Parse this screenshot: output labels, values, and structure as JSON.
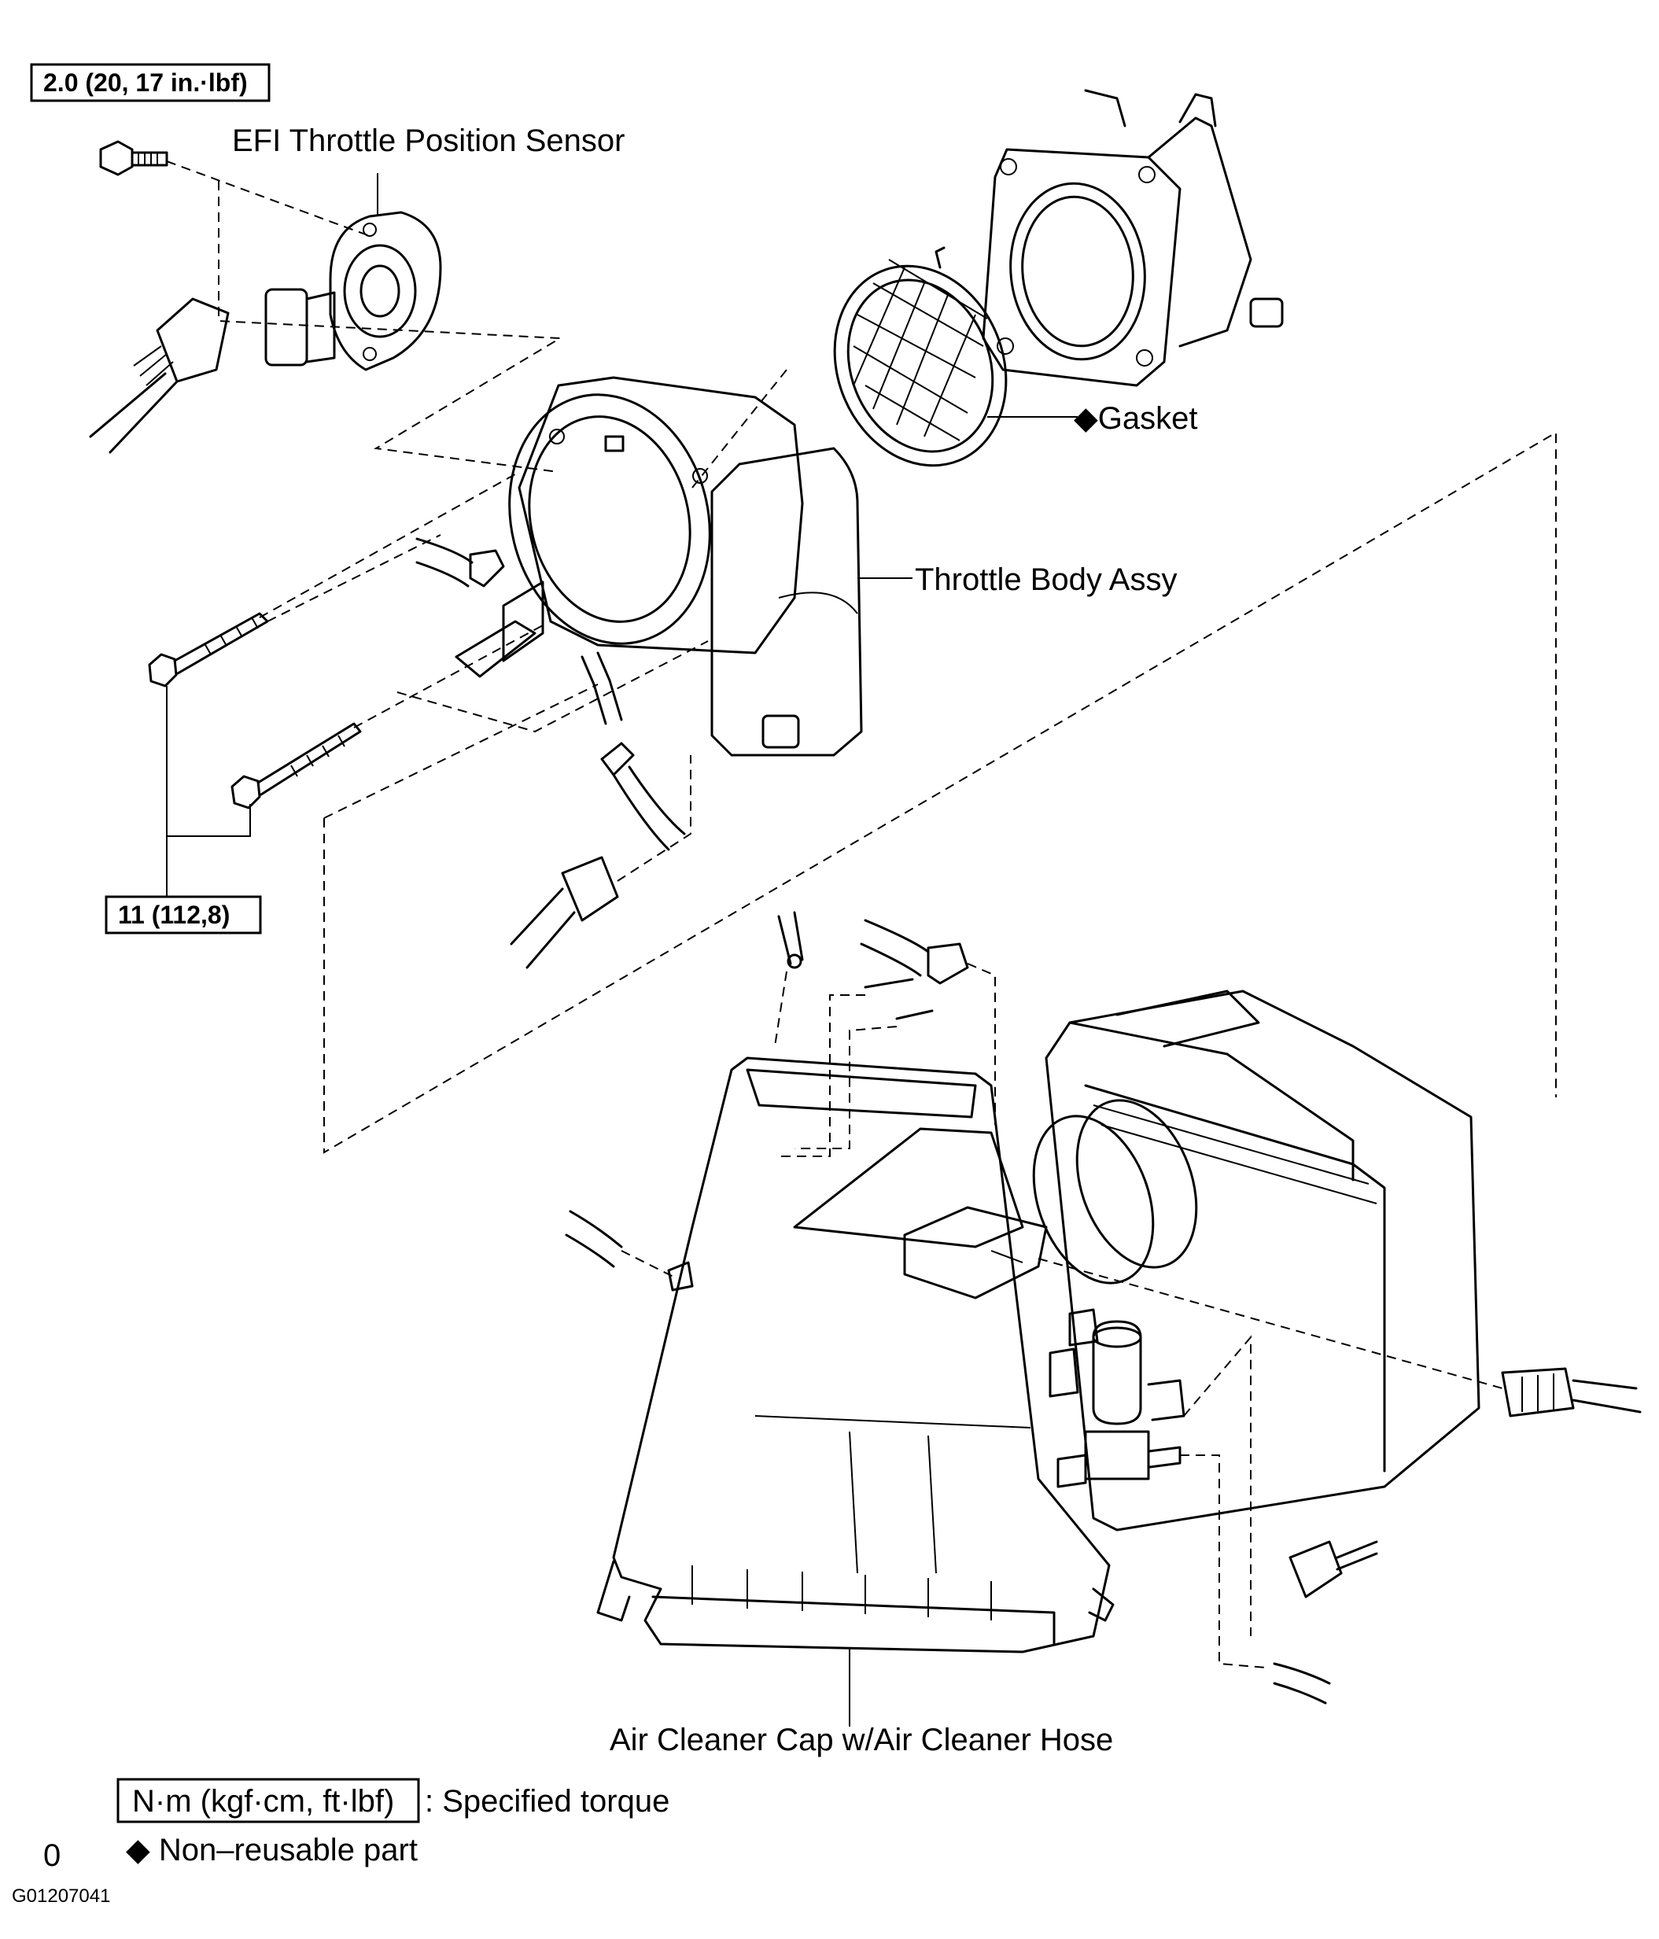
{
  "torque_boxes": {
    "tps_screw": "2.0 (20, 17 in.·lbf)",
    "throttle_bolts": "11 (112,8)"
  },
  "callouts": {
    "tps": "EFI Throttle Position Sensor",
    "gasket": "◆Gasket",
    "throttle_body": "Throttle Body Assy",
    "air_cleaner_cap": "Air Cleaner Cap w/Air Cleaner Hose"
  },
  "legend": {
    "torque_unit_box": "N·m (kgf·cm, ft·lbf)",
    "torque_desc": ": Specified torque",
    "nonreusable": "◆ Non–reusable part",
    "corner_mark": "0"
  },
  "figure_code": "G01207041"
}
